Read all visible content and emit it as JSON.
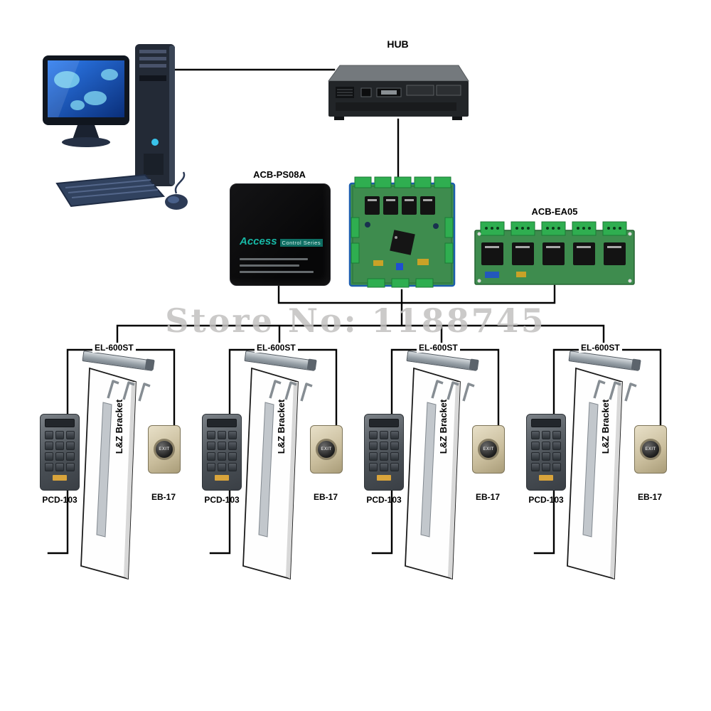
{
  "watermark": "Store No: 1188745",
  "hub": {
    "label": "HUB"
  },
  "power_supply": {
    "label": "ACB-PS08A",
    "brand": "Access",
    "brand_suffix": "Control Series"
  },
  "extension_board": {
    "label": "ACB-EA05"
  },
  "exit_button_text": "EXIT",
  "colors": {
    "line": "#000000",
    "pcb_green": "#3e8c4e",
    "brand_teal": "#17b8a6",
    "watermark_gray": "#c2c1c0"
  },
  "doors": [
    {
      "lock_label": "EL-600ST",
      "bracket_label": "L&Z Bracket",
      "reader_label": "PCD-103",
      "exit_label": "EB-17"
    },
    {
      "lock_label": "EL-600ST",
      "bracket_label": "L&Z Bracket",
      "reader_label": "PCD-103",
      "exit_label": "EB-17"
    },
    {
      "lock_label": "EL-600ST",
      "bracket_label": "L&Z Bracket",
      "reader_label": "PCD-103",
      "exit_label": "EB-17"
    },
    {
      "lock_label": "EL-600ST",
      "bracket_label": "L&Z Bracket",
      "reader_label": "PCD-103",
      "exit_label": "EB-17"
    }
  ]
}
